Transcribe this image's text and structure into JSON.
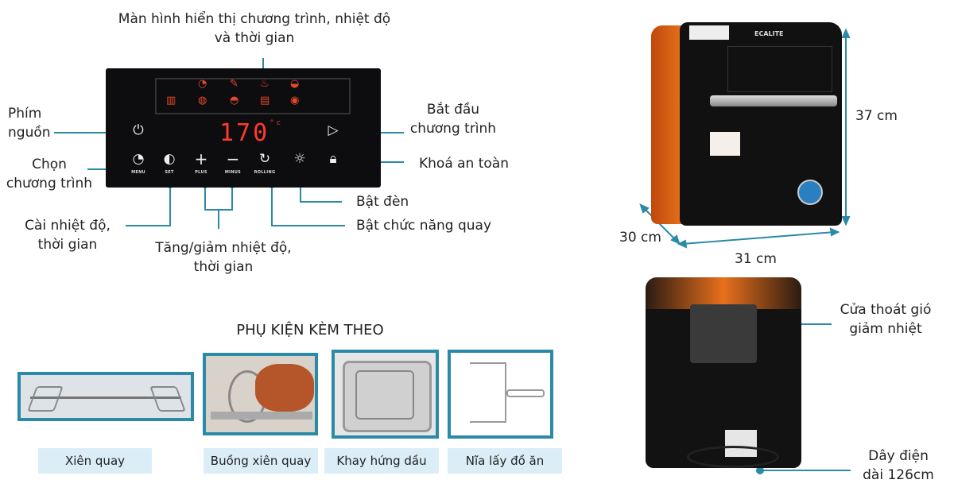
{
  "panel": {
    "top_label_line1": "Màn hình hiển thị chương trình, nhiệt độ",
    "top_label_line2": "và thời gian",
    "display_value": "170",
    "display_unit": "°c",
    "buttons": {
      "menu": "MENU",
      "set": "SET",
      "plus": "PLUS",
      "minus": "MINUS",
      "rolling": "ROLLING"
    }
  },
  "labels": {
    "power_line1": "Phím",
    "power_line2": "nguồn",
    "program_line1": "Chọn",
    "program_line2": "chương trình",
    "start_line1": "Bắt đầu",
    "start_line2": "chương trình",
    "lock": "Khoá an toàn",
    "light": "Bật đèn",
    "rotate": "Bật chức năng quay",
    "set_line1": "Cài nhiệt độ,",
    "set_line2": "thời gian",
    "adjust_line1": "Tăng/giảm nhiệt độ,",
    "adjust_line2": "thời gian"
  },
  "accessories": {
    "title": "PHỤ KIỆN KÈM THEO",
    "items": [
      {
        "caption": "Xiên quay"
      },
      {
        "caption": "Buồng xiên quay"
      },
      {
        "caption": "Khay hứng dầu"
      },
      {
        "caption": "Nĩa lấy đồ ăn"
      }
    ]
  },
  "fryer": {
    "brand": "ECALITE",
    "height": "37 cm",
    "depth": "30 cm",
    "width": "31 cm",
    "vent_line1": "Cửa thoát gió",
    "vent_line2": "giảm nhiệt",
    "cable_line1": "Dây điện",
    "cable_line2": "dài 126cm"
  },
  "colors": {
    "accent": "#2b8aa6",
    "display_red": "#e8382a",
    "body_orange": "#e8701c",
    "panel_black": "#0d0d0f"
  }
}
